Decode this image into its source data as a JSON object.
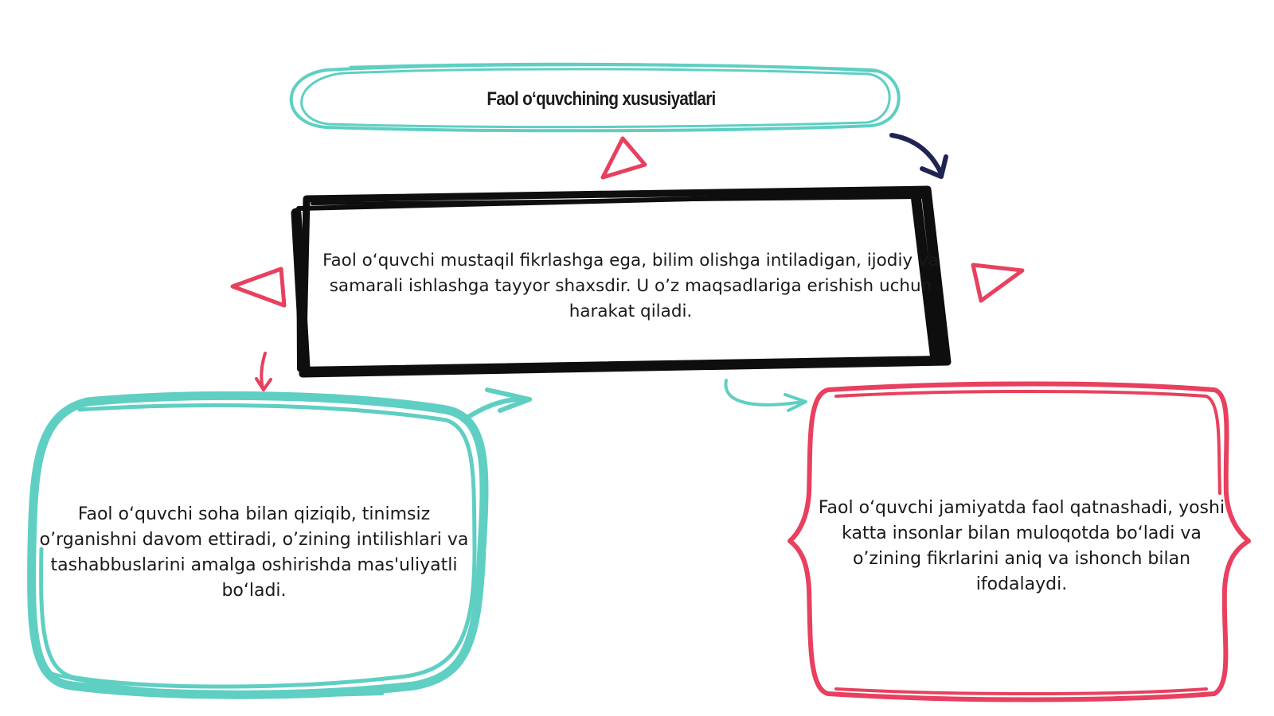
{
  "colors": {
    "teal": "#5ecfc2",
    "black": "#0e0e0e",
    "red": "#e8405e",
    "navy": "#1f2452",
    "text": "#1a1a1a"
  },
  "diagram": {
    "title": "Faol o‘quvchining xususiyatlari",
    "center": "Faol o‘quvchi mustaqil fikrlashga ega, bilim olishga intiladigan, ijodiy va samarali ishlashga tayyor shaxsdir. U o’z maqsadlariga erishish uchun harakat qiladi.",
    "left": "Faol o‘quvchi soha bilan qiziqib, tinimsiz o’rganishni davom ettiradi, o’zining intilishlari va tashabbuslarini amalga oshirishda mas'uliyatli bo‘ladi.",
    "right": "Faol o‘quvchi jamiyatda faol qatnashadi, yoshi katta insonlar bilan muloqotda bo‘ladi va o’zining fikrlarini aniq va ishonch bilan ifodalaydi."
  }
}
